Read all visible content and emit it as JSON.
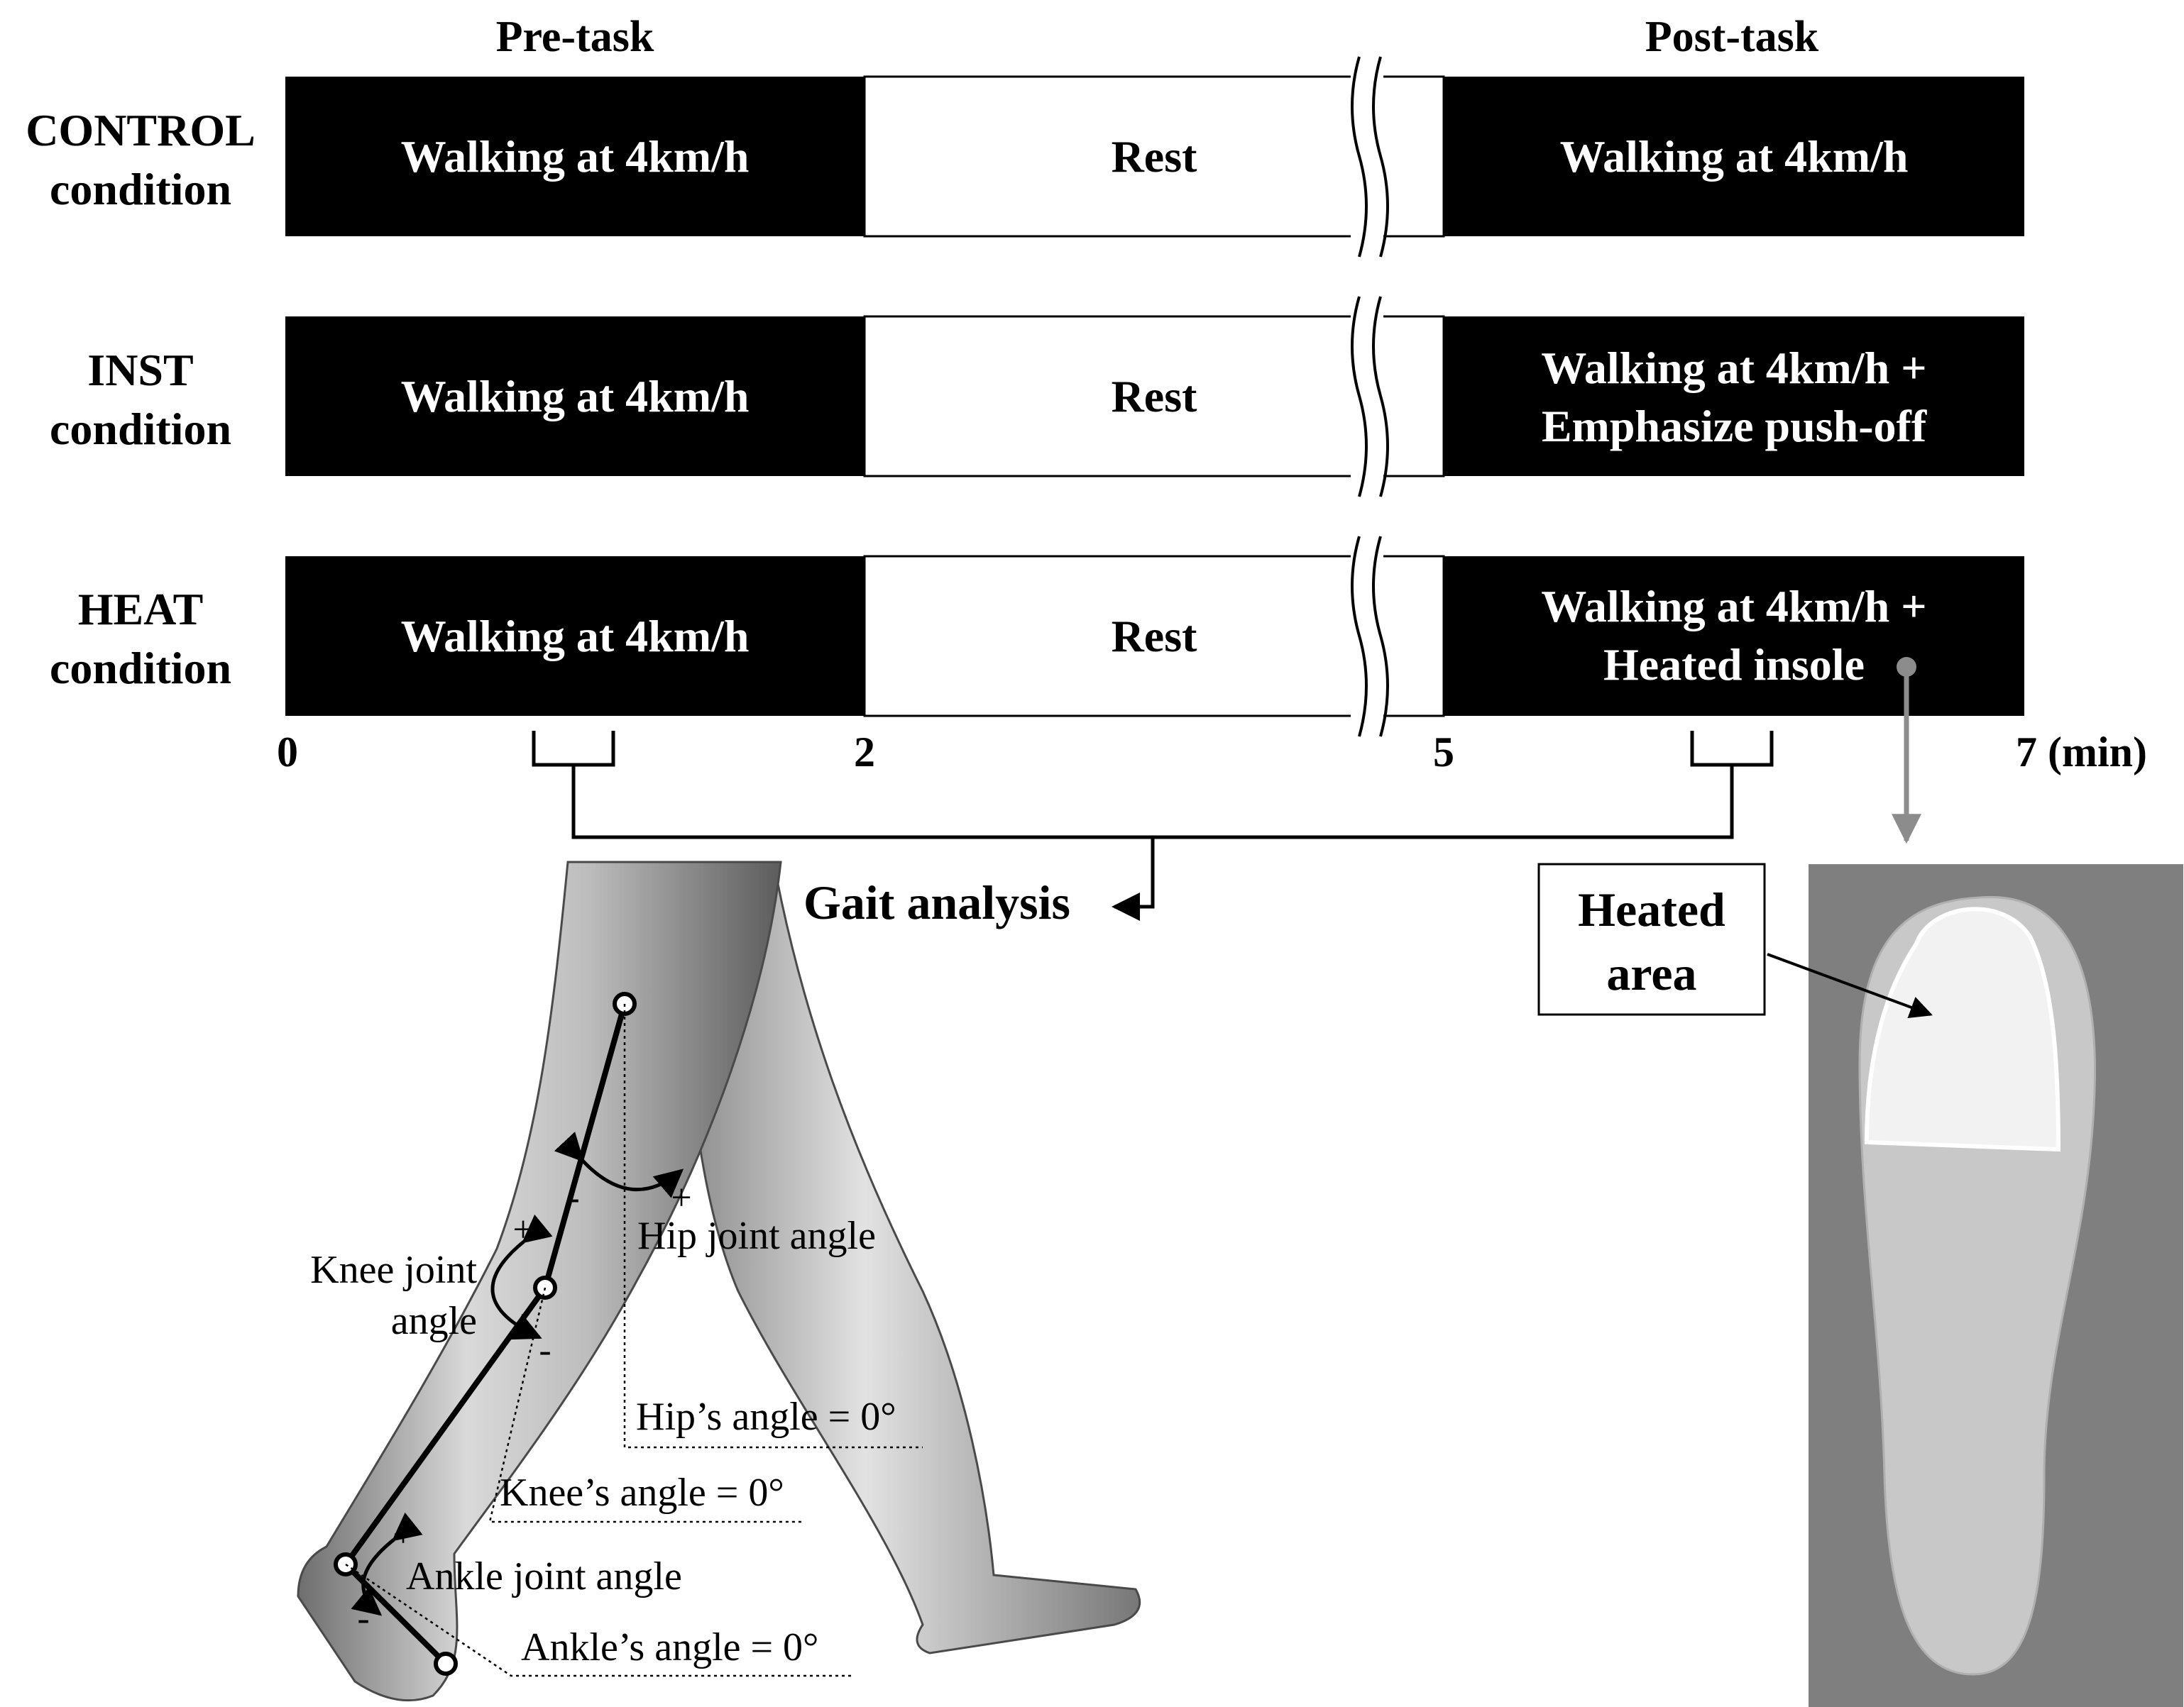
{
  "headers": {
    "pre": "Pre-task",
    "post": "Post-task"
  },
  "conditions": [
    {
      "name": [
        "CONTROL",
        "condition"
      ],
      "walk": "Walking at 4km/h",
      "rest": "Rest",
      "post": [
        "Walking at 4km/h"
      ]
    },
    {
      "name": [
        "INST",
        "condition"
      ],
      "walk": "Walking at 4km/h",
      "rest": "Rest",
      "post": [
        "Walking at 4km/h +",
        "Emphasize  push-off"
      ]
    },
    {
      "name": [
        "HEAT",
        "condition"
      ],
      "walk": "Walking at 4km/h",
      "rest": "Rest",
      "post": [
        "Walking at 4km/h +",
        "Heated insole"
      ]
    }
  ],
  "timeline_ticks": [
    "0",
    "2",
    "5",
    "7 (min)"
  ],
  "gait_analysis_label": "Gait analysis",
  "joint_labels": {
    "hip": "Hip joint angle",
    "knee": [
      "Knee joint",
      "angle"
    ],
    "ankle": "Ankle joint angle",
    "hip_zero": "Hip’s angle = 0°",
    "knee_zero": "Knee’s angle = 0°",
    "ankle_zero": "Ankle’s angle = 0°"
  },
  "signs": {
    "plus": "+",
    "minus": "-"
  },
  "heated_area_label": [
    "Heated",
    "area"
  ],
  "colors": {
    "task_fill": "#000000",
    "rest_fill": "#ffffff",
    "arrow_gray": "#8c8c8c",
    "photo_bg": "#7f7f7f",
    "insole": "#c8c8c8",
    "pad": "#f2f2f2"
  }
}
